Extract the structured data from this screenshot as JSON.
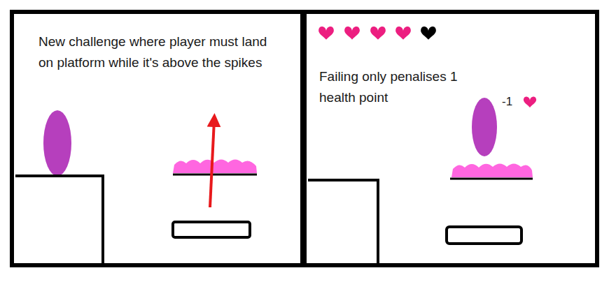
{
  "diagram": {
    "nodes": [
      {
        "text": [
          "New challenge where player must land on platform while it's above the spikes"
        ]
      },
      {
        "text": [
          "Failing only penalises 1 health point"
        ]
      }
    ],
    "labels": [
      "-1"
    ]
  }
}
